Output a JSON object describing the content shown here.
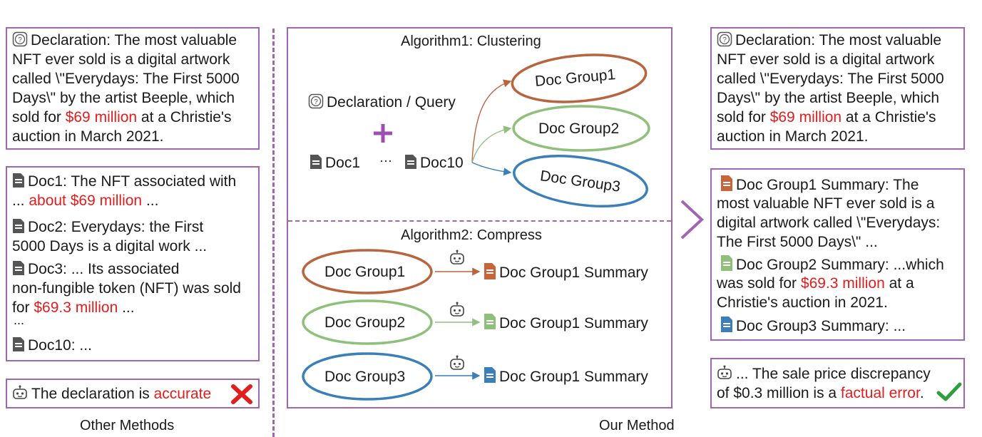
{
  "left_panel": {
    "declaration": {
      "line1": "Declaration: The most valuable",
      "line2": "NFT ever sold is a digital artwork",
      "line3": "called \\\"Everydays: The First 5000",
      "line4": "Days\\\" by the artist Beeple, which",
      "line5_pre": "sold for ",
      "line5_red": "$69 million",
      "line5_post": " at a Christie's",
      "line6": "auction in March 2021."
    },
    "docs": {
      "doc1_line1": "Doc1: The NFT associated with",
      "doc1_line2_pre": "... ",
      "doc1_line2_red": "about $69 million",
      "doc1_line2_post": " ...",
      "doc2_line1": "Doc2: Everydays: the First",
      "doc2_line2": "5000 Days is a digital work ...",
      "doc3_line1": "Doc3: ... Its associated",
      "doc3_line2": "non-fungible token (NFT) was sold",
      "doc3_line3_pre": "for ",
      "doc3_line3_red": "$69.3 million",
      "doc3_line3_post": " ...",
      "ellipsis": "...",
      "doc10": "Doc10: ..."
    },
    "result_pre": "The declaration is ",
    "result_red": "accurate",
    "caption": "Other Methods"
  },
  "middle_panel": {
    "algo1_title": "Algorithm1: Clustering",
    "query_label": "Declaration / Query",
    "doc1_label": "Doc1",
    "dots": "···",
    "doc10_label": "Doc10",
    "groups": [
      "Doc Group1",
      "Doc Group2",
      "Doc Group3"
    ],
    "algo2_title": "Algorithm2: Compress",
    "summaries": [
      "Doc Group1 Summary",
      "Doc Group1 Summary",
      "Doc Group1 Summary"
    ],
    "caption": "Our Method"
  },
  "right_panel": {
    "declaration": {
      "line1": "Declaration: The most valuable",
      "line2": "NFT ever sold is a digital artwork",
      "line3": "called \\\"Everydays: The First 5000",
      "line4": "Days\\\" by the artist Beeple, which",
      "line5_pre": "sold for ",
      "line5_red": "$69 million",
      "line5_post": " at a Christie's",
      "line6": "auction in March 2021."
    },
    "summaries": {
      "g1_line1": "Doc Group1 Summary: The",
      "g1_line2": "most valuable NFT ever sold is a",
      "g1_line3": "digital artwork called \\\"Everydays:",
      "g1_line4": "The First 5000 Days\\\" ...",
      "g2_line1": "Doc Group2 Summary: ...which",
      "g2_line2_pre": "was sold for ",
      "g2_line2_red": "$69.3 million",
      "g2_line2_post": " at a",
      "g2_line3": "Christie's auction in 2021.",
      "g3_line1": "Doc Group3 Summary: ..."
    },
    "result_line1": "... The sale price discrepancy",
    "result_line2_pre": "of $0.3 million is a ",
    "result_line2_red": "factual error",
    "result_line2_post": "."
  },
  "colors": {
    "frame": "#a066b0",
    "highlight": "#e11d1d",
    "group1": "#b8643e",
    "group2": "#8ec07c",
    "group3": "#3a7fb8",
    "cross": "#e11d1d",
    "check": "#2e9e3e"
  },
  "icons": [
    "question-icon",
    "doc-icon",
    "robot-icon",
    "cross-icon",
    "check-icon",
    "plus-icon",
    "chevron-right-icon"
  ]
}
